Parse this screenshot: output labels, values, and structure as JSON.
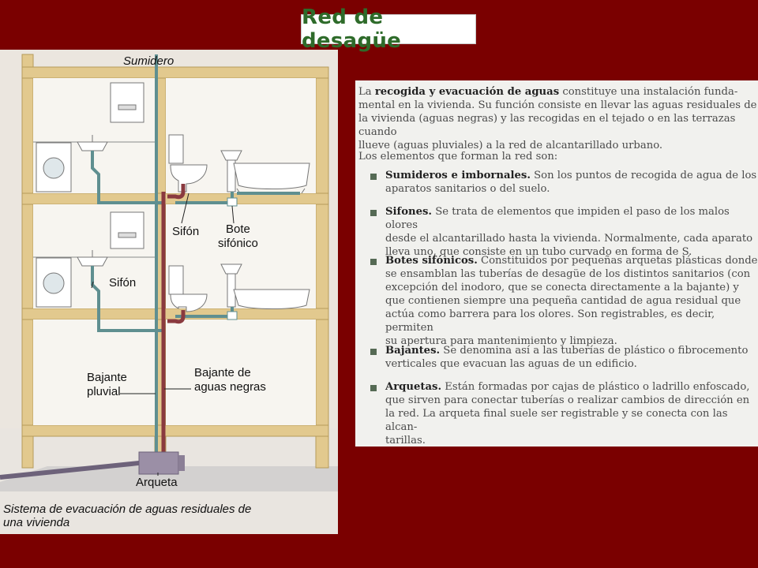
{
  "title": "Red de desagüe",
  "diagram": {
    "labels": {
      "sumidero": "Sumidero",
      "sifon_top": "Sifón",
      "bote_line1": "Bote",
      "bote_line2": "sifónico",
      "sifon_mid": "Sifón",
      "bajante_pluvial_line1": "Bajante",
      "bajante_pluvial_line2": "pluvial",
      "bajante_negras_line1": "Bajante de",
      "bajante_negras_line2": "aguas negras",
      "arqueta": "Arqueta"
    },
    "caption_line1": "Sistema de evacuación de aguas residuales de",
    "caption_line2": "una vivienda",
    "colors": {
      "pipe_blue": "#5f8f90",
      "pipe_red": "#8a3a3f",
      "frame": "#e2c98e"
    }
  },
  "text": {
    "intro_prefix": "La ",
    "intro_bold": "recogida y evacuación de aguas",
    "intro_line1_rest": " constituye una instalación funda-",
    "intro_line2": "mental en la vivienda. Su función consiste en llevar las aguas residuales de",
    "intro_line3": "la vivienda (aguas negras) y las recogidas en el tejado o en las terrazas cuando",
    "intro_line4": "llueve (aguas pluviales) a la red de alcantarillado urbano.",
    "elements_heading": "Los elementos que forman la red son:",
    "items": [
      {
        "bold": "Sumideros e imbornales.",
        "line1": " Son los puntos de recogida de agua de los",
        "line2": "aparatos sanitarios o del suelo."
      },
      {
        "bold": "Sifones.",
        "line1": " Se trata de elementos que impiden el paso de los malos olores",
        "line2": "desde el alcantarillado hasta la vivienda. Normalmente, cada aparato",
        "line3": "lleva uno, que consiste en un tubo curvado en forma de S."
      },
      {
        "bold": "Botes sifónicos.",
        "line1": " Constituidos por pequeñas arquetas plásticas donde",
        "line2": "se ensamblan las tuberías de desagüe de los distintos sanitarios (con",
        "line3": "excepción del inodoro, que se conecta directamente a la bajante) y",
        "line4": "que contienen siempre una pequeña cantidad de agua residual que",
        "line5": "actúa como barrera para los olores. Son registrables, es decir, permiten",
        "line6": "su apertura para mantenimiento y limpieza."
      },
      {
        "bold": "Bajantes.",
        "line1": " Se denomina así a las tuberías de plástico o fibrocemento",
        "line2": "verticales que evacuan las aguas de un edificio."
      },
      {
        "bold": "Arquetas.",
        "line1": " Están formadas por cajas de plástico o ladrillo enfoscado,",
        "line2": "que sirven para conectar tuberías o realizar cambios de dirección en",
        "line3": "la red. La arqueta final suele ser registrable y se conecta con las alcan-",
        "line4": "tarillas."
      }
    ]
  }
}
